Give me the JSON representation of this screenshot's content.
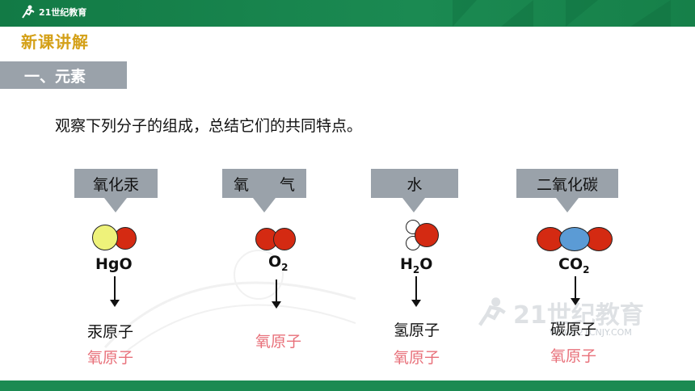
{
  "header": {
    "logo_text": "21世纪教育"
  },
  "page_title": "新课讲解",
  "section_label": "一、元素",
  "instruction": "观察下列分子的组成，总结它们的共同特点。",
  "molecules": [
    {
      "name": "氧化汞",
      "formula_main": "HgO",
      "formula_sub": "",
      "atoms_line1": "汞原子",
      "atoms_line2": "氧原子"
    },
    {
      "name": "氧　　气",
      "formula_main": "O",
      "formula_sub": "2",
      "atoms_line1": "",
      "atoms_line2": "氧原子"
    },
    {
      "name": "水",
      "formula_main": "H",
      "formula_sub": "2",
      "formula_tail": "O",
      "atoms_line1": "氢原子",
      "atoms_line2": "氧原子"
    },
    {
      "name": "二氧化碳",
      "formula_main": "CO",
      "formula_sub": "2",
      "atoms_line1": "碳原子",
      "atoms_line2": "氧原子"
    }
  ],
  "watermark": {
    "text": "21世纪教育",
    "url": "WWW.21CNJY.COM"
  },
  "colors": {
    "green": "#1b8a52",
    "title_gold": "#d4a017",
    "box_gray": "#9aa2aa",
    "oxygen_red": "#d42a12",
    "mercury_yellow": "#eef27a",
    "carbon_blue": "#5b9bd5",
    "label_red": "#e8707a"
  }
}
